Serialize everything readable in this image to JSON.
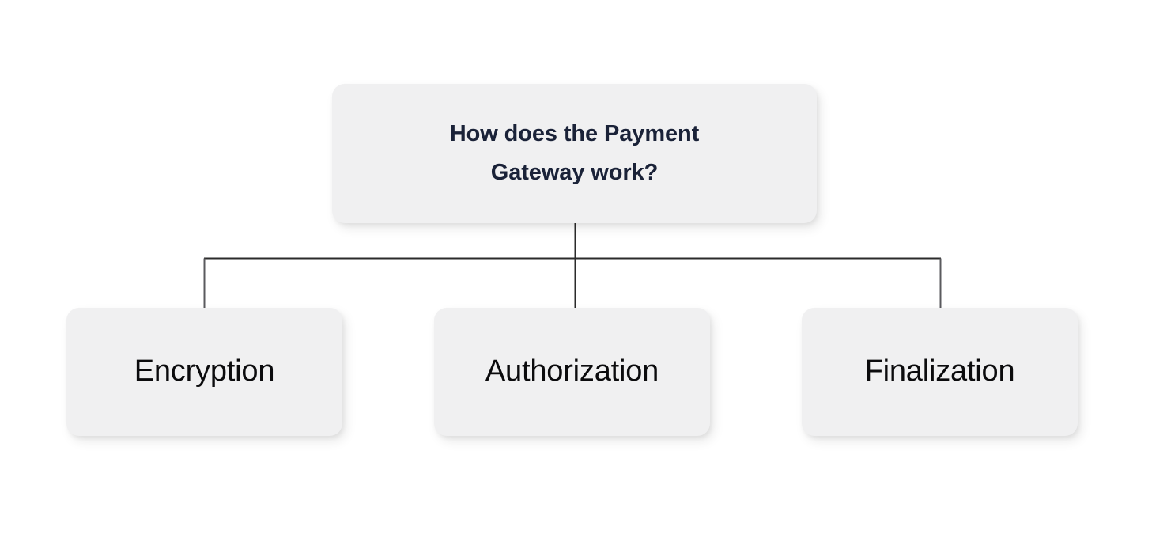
{
  "diagram": {
    "type": "tree",
    "orientation": "top-down",
    "background_color": "#ffffff",
    "node_fill_color": "#f0f0f1",
    "root_text_color": "#1a2238",
    "child_text_color": "#0b0b0d",
    "connector_color": "#2b2b2b",
    "root": {
      "label": "How does the Payment\nGateway work?"
    },
    "children": [
      {
        "label": "Encryption"
      },
      {
        "label": "Authorization"
      },
      {
        "label": "Finalization"
      }
    ]
  }
}
